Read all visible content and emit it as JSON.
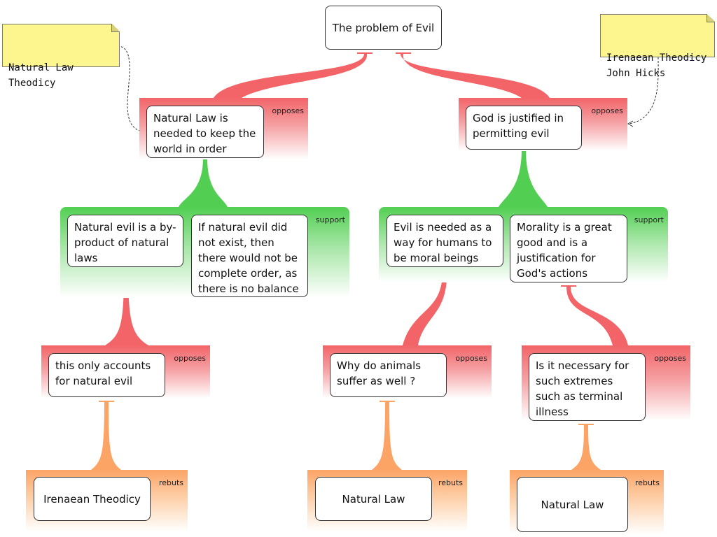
{
  "root": {
    "text": "The problem of Evil"
  },
  "notes": [
    {
      "text": "Natural Law\nTheodicy"
    },
    {
      "text": "Irenaean Theodicy\nJohn Hicks"
    }
  ],
  "bands": {
    "opposes_label": "opposes",
    "support_label": "support",
    "rebuts_label": "rebuts"
  },
  "nodes": {
    "natural_law_needed": "Natural Law is needed to keep the world in order",
    "god_justified": "God is justified in permitting evil",
    "natural_evil_byproduct": "Natural evil is a by-product of natural laws",
    "no_balance": "If natural evil did not exist, then there would not be complete order, as there is no balance",
    "moral_beings": "Evil is needed as a way for humans to be moral beings",
    "morality_good": "Morality is a great good and is a justification for God's actions",
    "only_natural_evil": "this only accounts for natural evil",
    "animals_suffer": "Why do animals suffer as well ?",
    "extremes": "Is it necessary for such extremes such as terminal illness",
    "irenaean_rebut": "Irenaean Theodicy",
    "natural_law_rebut_1": "Natural Law",
    "natural_law_rebut_2": "Natural Law"
  },
  "colors": {
    "opposes": "#f26468",
    "support": "#52cf52",
    "rebuts": "#fba466",
    "note": "#fdf58e"
  }
}
